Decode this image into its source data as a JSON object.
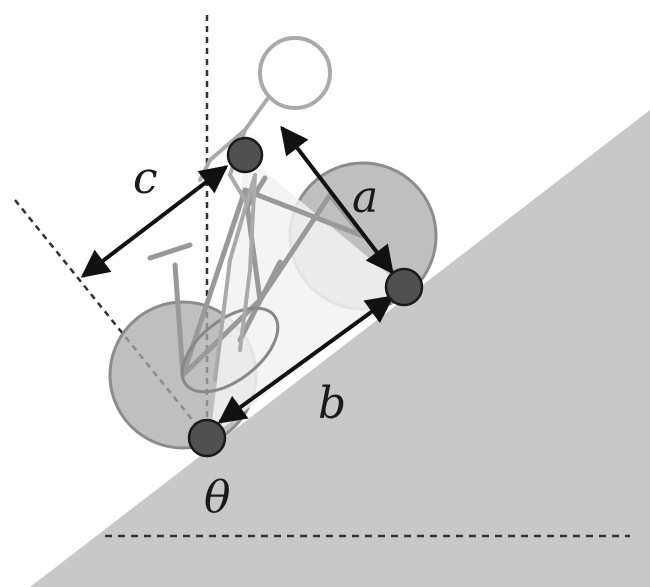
{
  "labels": {
    "c": "c",
    "a": "a",
    "b": "b",
    "theta": "θ"
  },
  "colors": {
    "ground": "#c8c8c8",
    "wheel_fill": "#aaaaaa",
    "wheel_stroke": "#8c8c8c",
    "frame": "#999999",
    "rider": "#aaaaaa",
    "joint": "#505050",
    "arrow": "#111111",
    "dashed": "#333333"
  },
  "icons": {
    "arrowheads": "arrow-double-icon",
    "joints": "circle-dot-icon"
  }
}
